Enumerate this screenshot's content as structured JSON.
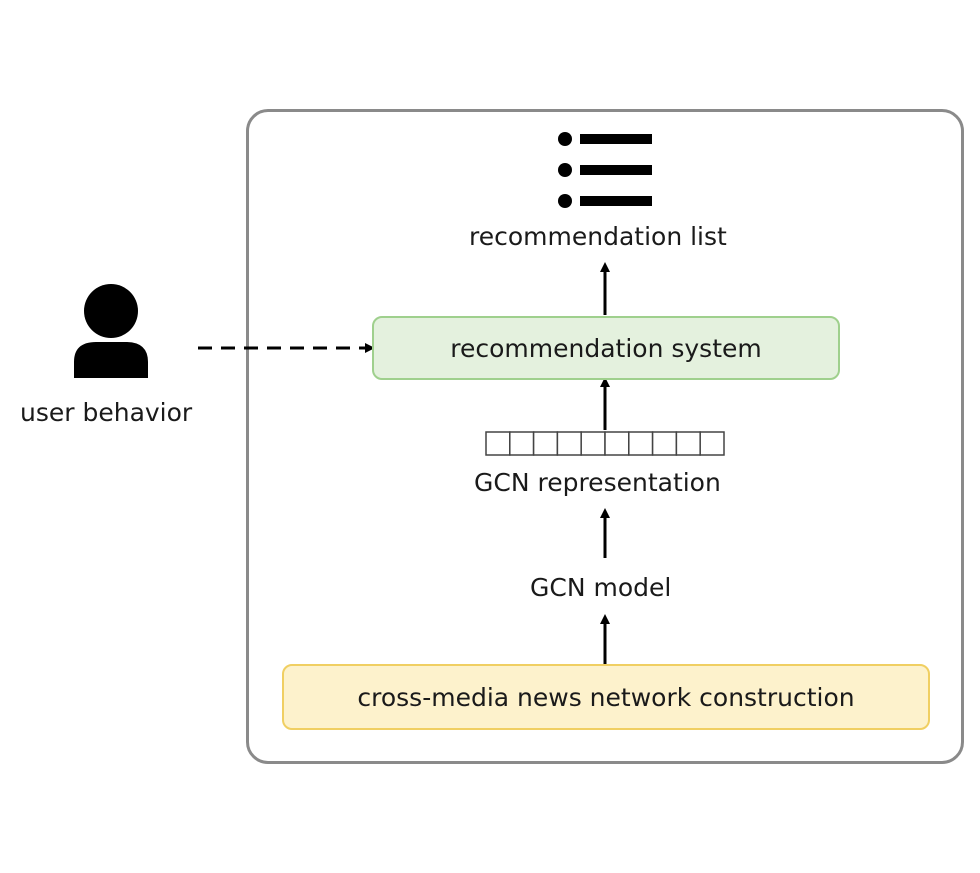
{
  "nodes": {
    "user": {
      "label": "user behavior",
      "icon": "user-silhouette-icon"
    },
    "list": {
      "label": "recommendation list",
      "icon": "bullet-list-icon"
    },
    "system": {
      "label": "recommendation system"
    },
    "representation": {
      "label": "GCN representation"
    },
    "model": {
      "label": "GCN model"
    },
    "construction": {
      "label": "cross-media news network construction"
    }
  },
  "edges": [
    {
      "from": "construction",
      "to": "model",
      "style": "solid"
    },
    {
      "from": "model",
      "to": "representation",
      "style": "solid"
    },
    {
      "from": "representation",
      "to": "system",
      "style": "solid"
    },
    {
      "from": "system",
      "to": "list",
      "style": "solid"
    },
    {
      "from": "user",
      "to": "system",
      "style": "dashed"
    }
  ],
  "colors": {
    "system_fill": "#e4f1de",
    "system_border": "#9fd08d",
    "construction_fill": "#fdf2cc",
    "construction_border": "#f0cf62",
    "frame_border": "#8a8a8a"
  }
}
